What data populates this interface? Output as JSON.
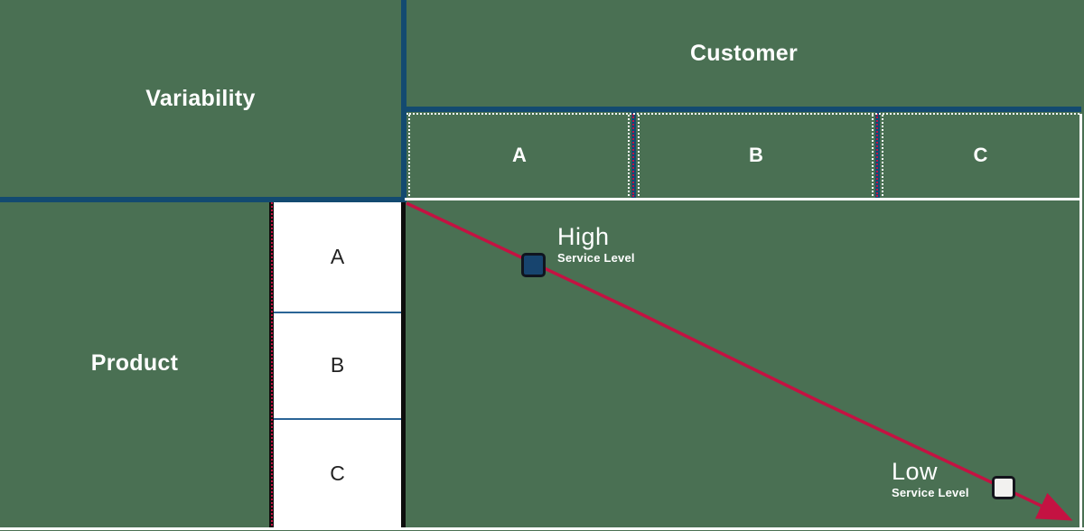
{
  "table": {
    "variability_label": "Variability",
    "customer_label": "Customer",
    "customer_columns": [
      "A",
      "B",
      "C"
    ],
    "product_label": "Product",
    "product_rows": [
      "A",
      "B",
      "C"
    ]
  },
  "annotations": {
    "high_title": "High",
    "high_subtitle": "Service Level",
    "low_title": "Low",
    "low_subtitle": "Service Level"
  },
  "colors": {
    "background_green": "#4a7053",
    "dark_blue_line": "#134a70",
    "steel_blue_line": "#2a6496",
    "arrow_red": "#c41242",
    "marker_high_fill": "#17446e",
    "marker_low_fill": "#f2f1ef",
    "table_white": "#ffffff",
    "product_letter_text": "#222222"
  }
}
